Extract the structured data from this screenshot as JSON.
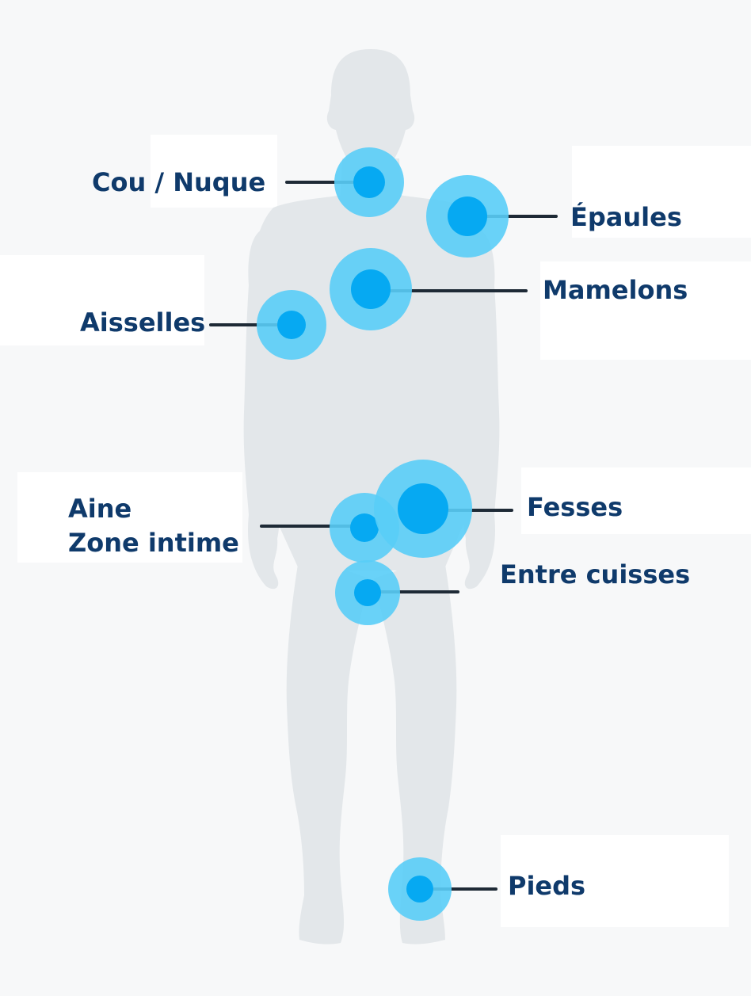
{
  "zones": [
    {
      "id": "cou",
      "label": "Cou / Nuque"
    },
    {
      "id": "epaules",
      "label": "Épaules"
    },
    {
      "id": "mamelons",
      "label": "Mamelons"
    },
    {
      "id": "aisselles",
      "label": "Aisselles"
    },
    {
      "id": "aine",
      "label": "Aine",
      "label2": "Zone intime"
    },
    {
      "id": "fesses",
      "label": "Fesses"
    },
    {
      "id": "entre",
      "label": "Entre cuisses"
    },
    {
      "id": "pieds",
      "label": "Pieds"
    }
  ],
  "colors": {
    "background": "#f7f8f9",
    "silhouette": "#e3e7ea",
    "halo": "#59cdf7",
    "core": "#06a9f2",
    "line": "#1e2a36",
    "label": "#0f3a6b"
  }
}
